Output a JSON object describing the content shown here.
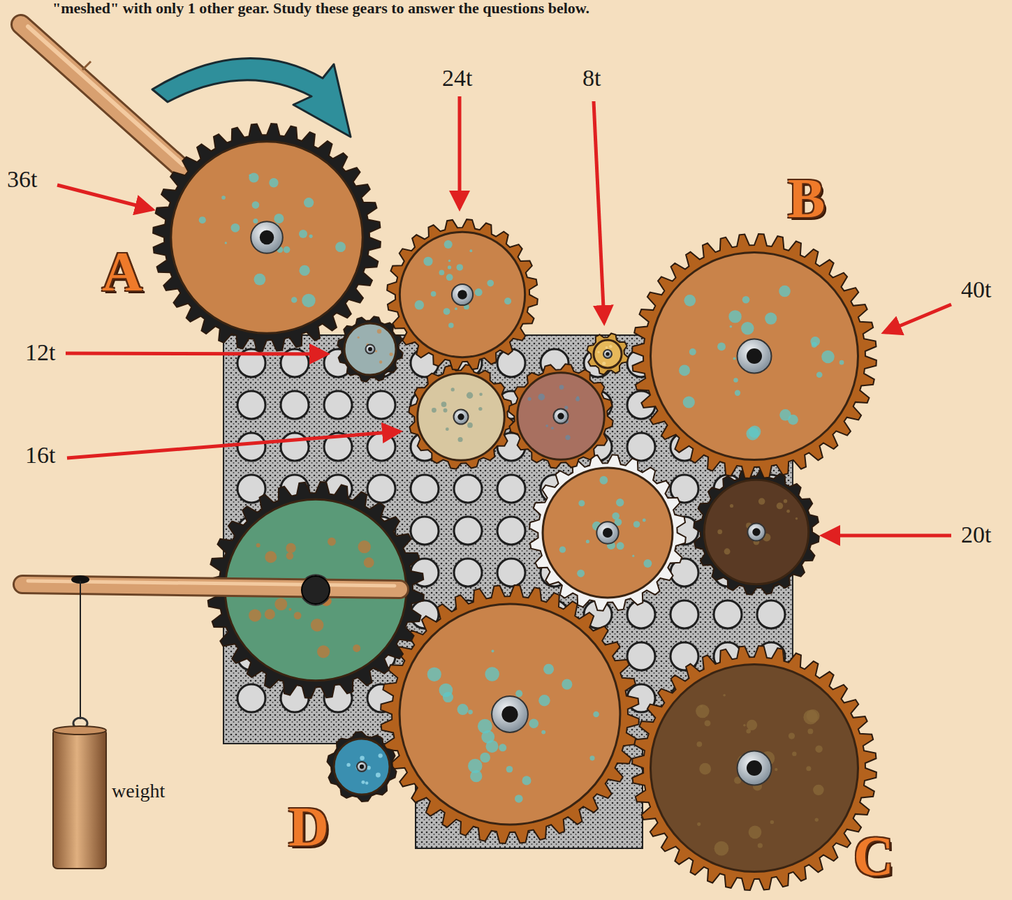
{
  "diagram": {
    "labels": [
      "\"meshed\" with only 1 other gear.  Study these gears to answer the questions below.",
      "24t",
      "8t",
      "36t",
      "B",
      "A",
      "40t",
      "12t",
      "16t",
      "20t",
      "weight",
      "D",
      "C"
    ]
  }
}
